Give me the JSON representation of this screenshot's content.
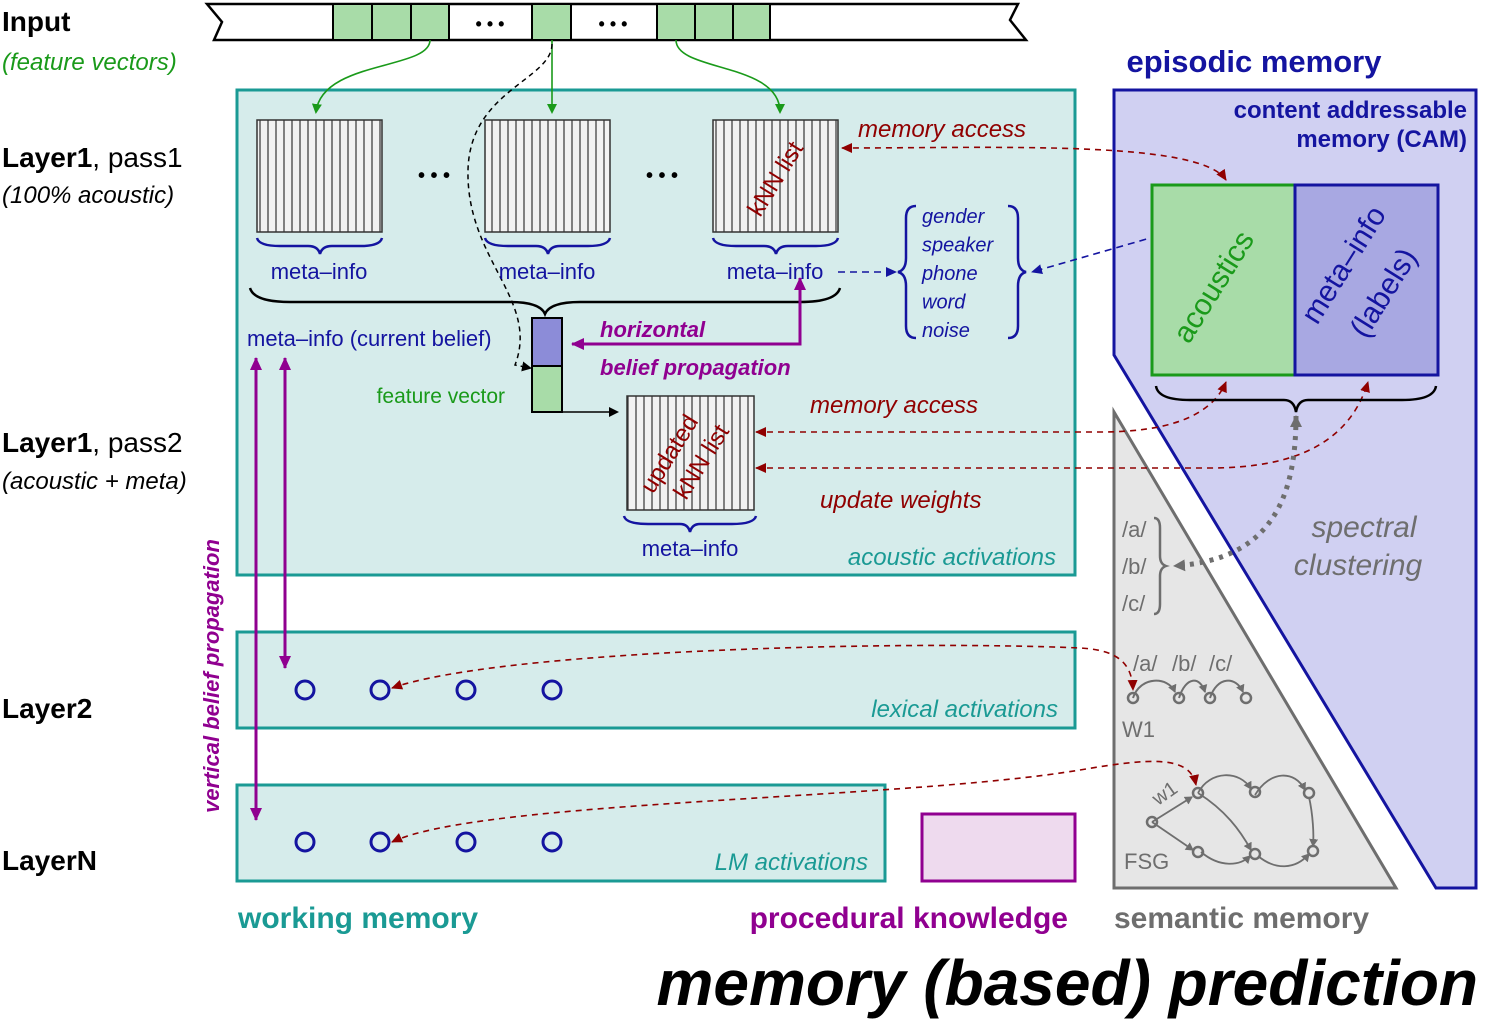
{
  "left_labels": {
    "input": "Input",
    "input_sub": "(feature vectors)",
    "layer1_pass1_bold": "Layer1",
    "layer1_pass1_rest": ", pass1",
    "layer1_pass1_sub": "(100% acoustic)",
    "layer1_pass2_bold": "Layer1",
    "layer1_pass2_rest": ", pass2",
    "layer1_pass2_sub": "(acoustic + meta)",
    "layer2": "Layer2",
    "layerN": "LayerN",
    "vertical_belief": "vertical belief propagation"
  },
  "input_bar": {
    "ellipsis": "• • •"
  },
  "working": {
    "meta_info": "meta–info",
    "ellipsis": "• • •",
    "knn_list": "kNN list",
    "current_belief": "meta–info (current belief)",
    "feature_vector": "feature vector",
    "horizontal_line1": "horizontal",
    "horizontal_line2": "belief propagation",
    "updated_knn_line1": "updated",
    "updated_knn_line2": "kNN list",
    "acoustic_activations": "acoustic activations",
    "lexical_activations": "lexical activations",
    "lm_activations": "LM activations",
    "title": "working memory"
  },
  "meta_list": [
    "gender",
    "speaker",
    "phone",
    "word",
    "noise"
  ],
  "arrows": {
    "memory_access_top": "memory access",
    "memory_access_mid": "memory access",
    "update_weights": "update weights"
  },
  "episodic": {
    "title": "episodic memory",
    "cam_line1": "content addressable",
    "cam_line2": "memory (CAM)",
    "acoustics": "acoustics",
    "meta_line1": "meta–info",
    "meta_line2": "(labels)"
  },
  "semantic": {
    "phones": [
      "/a/",
      "/b/",
      "/c/"
    ],
    "spectral_line1": "spectral",
    "spectral_line2": "clustering",
    "w1_upper": "W1",
    "w1_lower": "w1",
    "fsg": "FSG",
    "title": "semantic memory"
  },
  "procedural": {
    "title": "procedural knowledge"
  },
  "footer": {
    "title": "memory (based) prediction"
  },
  "colors": {
    "teal": "#1a9a94",
    "teal_fill": "#d6eceb",
    "green": "#1a9a1a",
    "green_fill": "#a8dca8",
    "navy": "#1414a0",
    "lavender": "#d0d0f2",
    "purple": "#900090",
    "darkred": "#900000",
    "gray": "#6e6e6e"
  }
}
